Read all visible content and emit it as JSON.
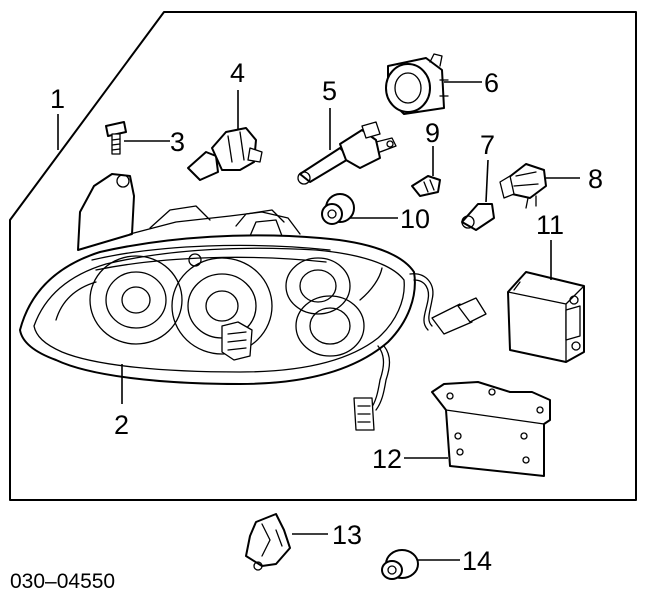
{
  "diagram_code": "030–04550",
  "callouts": {
    "c1": "1",
    "c2": "2",
    "c3": "3",
    "c4": "4",
    "c5": "5",
    "c6": "6",
    "c7": "7",
    "c8": "8",
    "c9": "9",
    "c10": "10",
    "c11": "11",
    "c12": "12",
    "c13": "13",
    "c14": "14"
  }
}
